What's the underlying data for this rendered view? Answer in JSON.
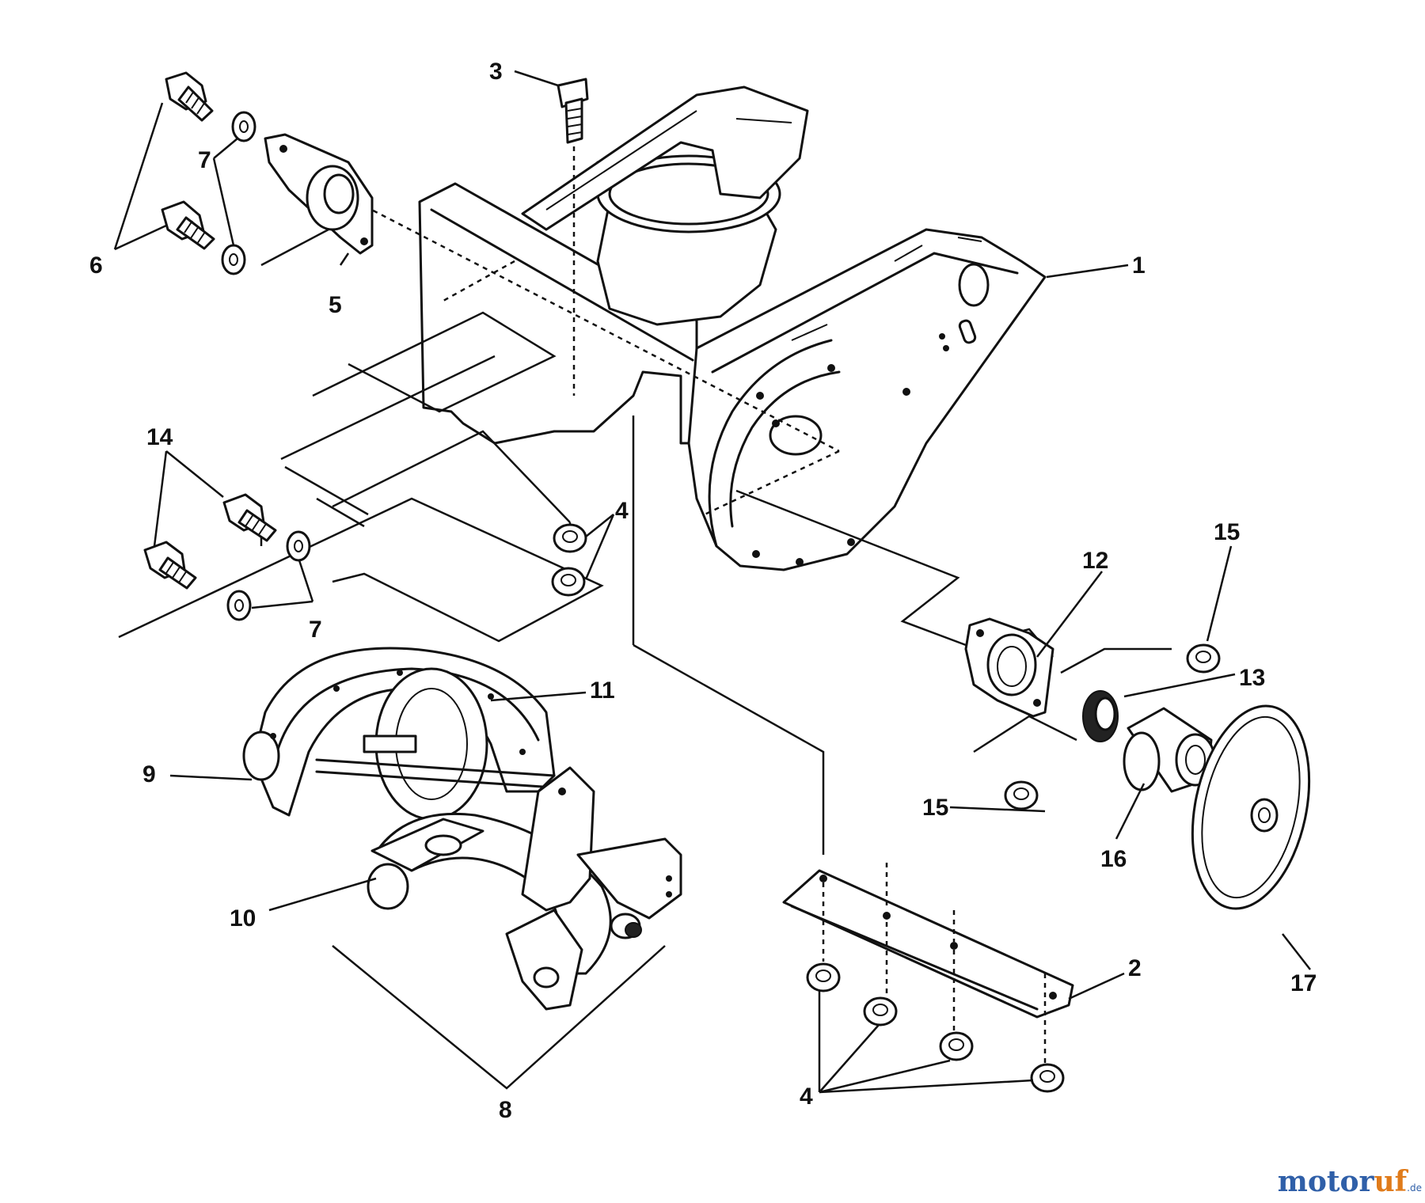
{
  "callouts": {
    "c1": "1",
    "c2": "2",
    "c3": "3",
    "c4a": "4",
    "c4b": "4",
    "c5": "5",
    "c6": "6",
    "c7a": "7",
    "c7b": "7",
    "c8": "8",
    "c9": "9",
    "c10": "10",
    "c11": "11",
    "c12": "12",
    "c13": "13",
    "c14": "14",
    "c15a": "15",
    "c15b": "15",
    "c16": "16",
    "c17": "17"
  },
  "watermark": {
    "part1": "motor",
    "part2": "uf",
    "suffix": ".de"
  }
}
